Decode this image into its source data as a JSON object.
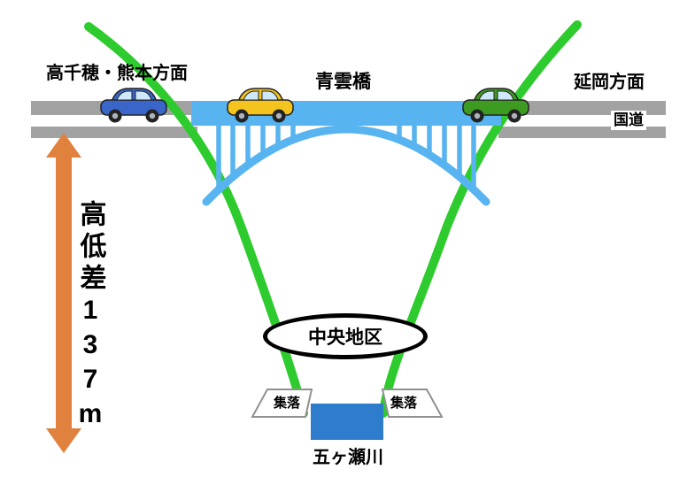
{
  "diagram": {
    "top": {
      "direction_left": "高千穂・熊本方面",
      "bridge_name": "青雲橋",
      "direction_right": "延岡方面",
      "road_label": "国道"
    },
    "left": {
      "height_difference": "高低差137m"
    },
    "valley": {
      "central_district": "中央地区",
      "settlement_left": "集落",
      "settlement_right": "集落",
      "river_name": "五ヶ瀬川"
    },
    "colors": {
      "road_gray": "#a2a2a2",
      "bridge_blue": "#58b4f0",
      "valley_green": "#2ecb2e",
      "arrow_orange": "#e0813e",
      "river_blue": "#2e7ccc",
      "car_blue": "#3a66c9",
      "car_yellow": "#f4c31d",
      "car_green": "#3e9b22"
    }
  }
}
